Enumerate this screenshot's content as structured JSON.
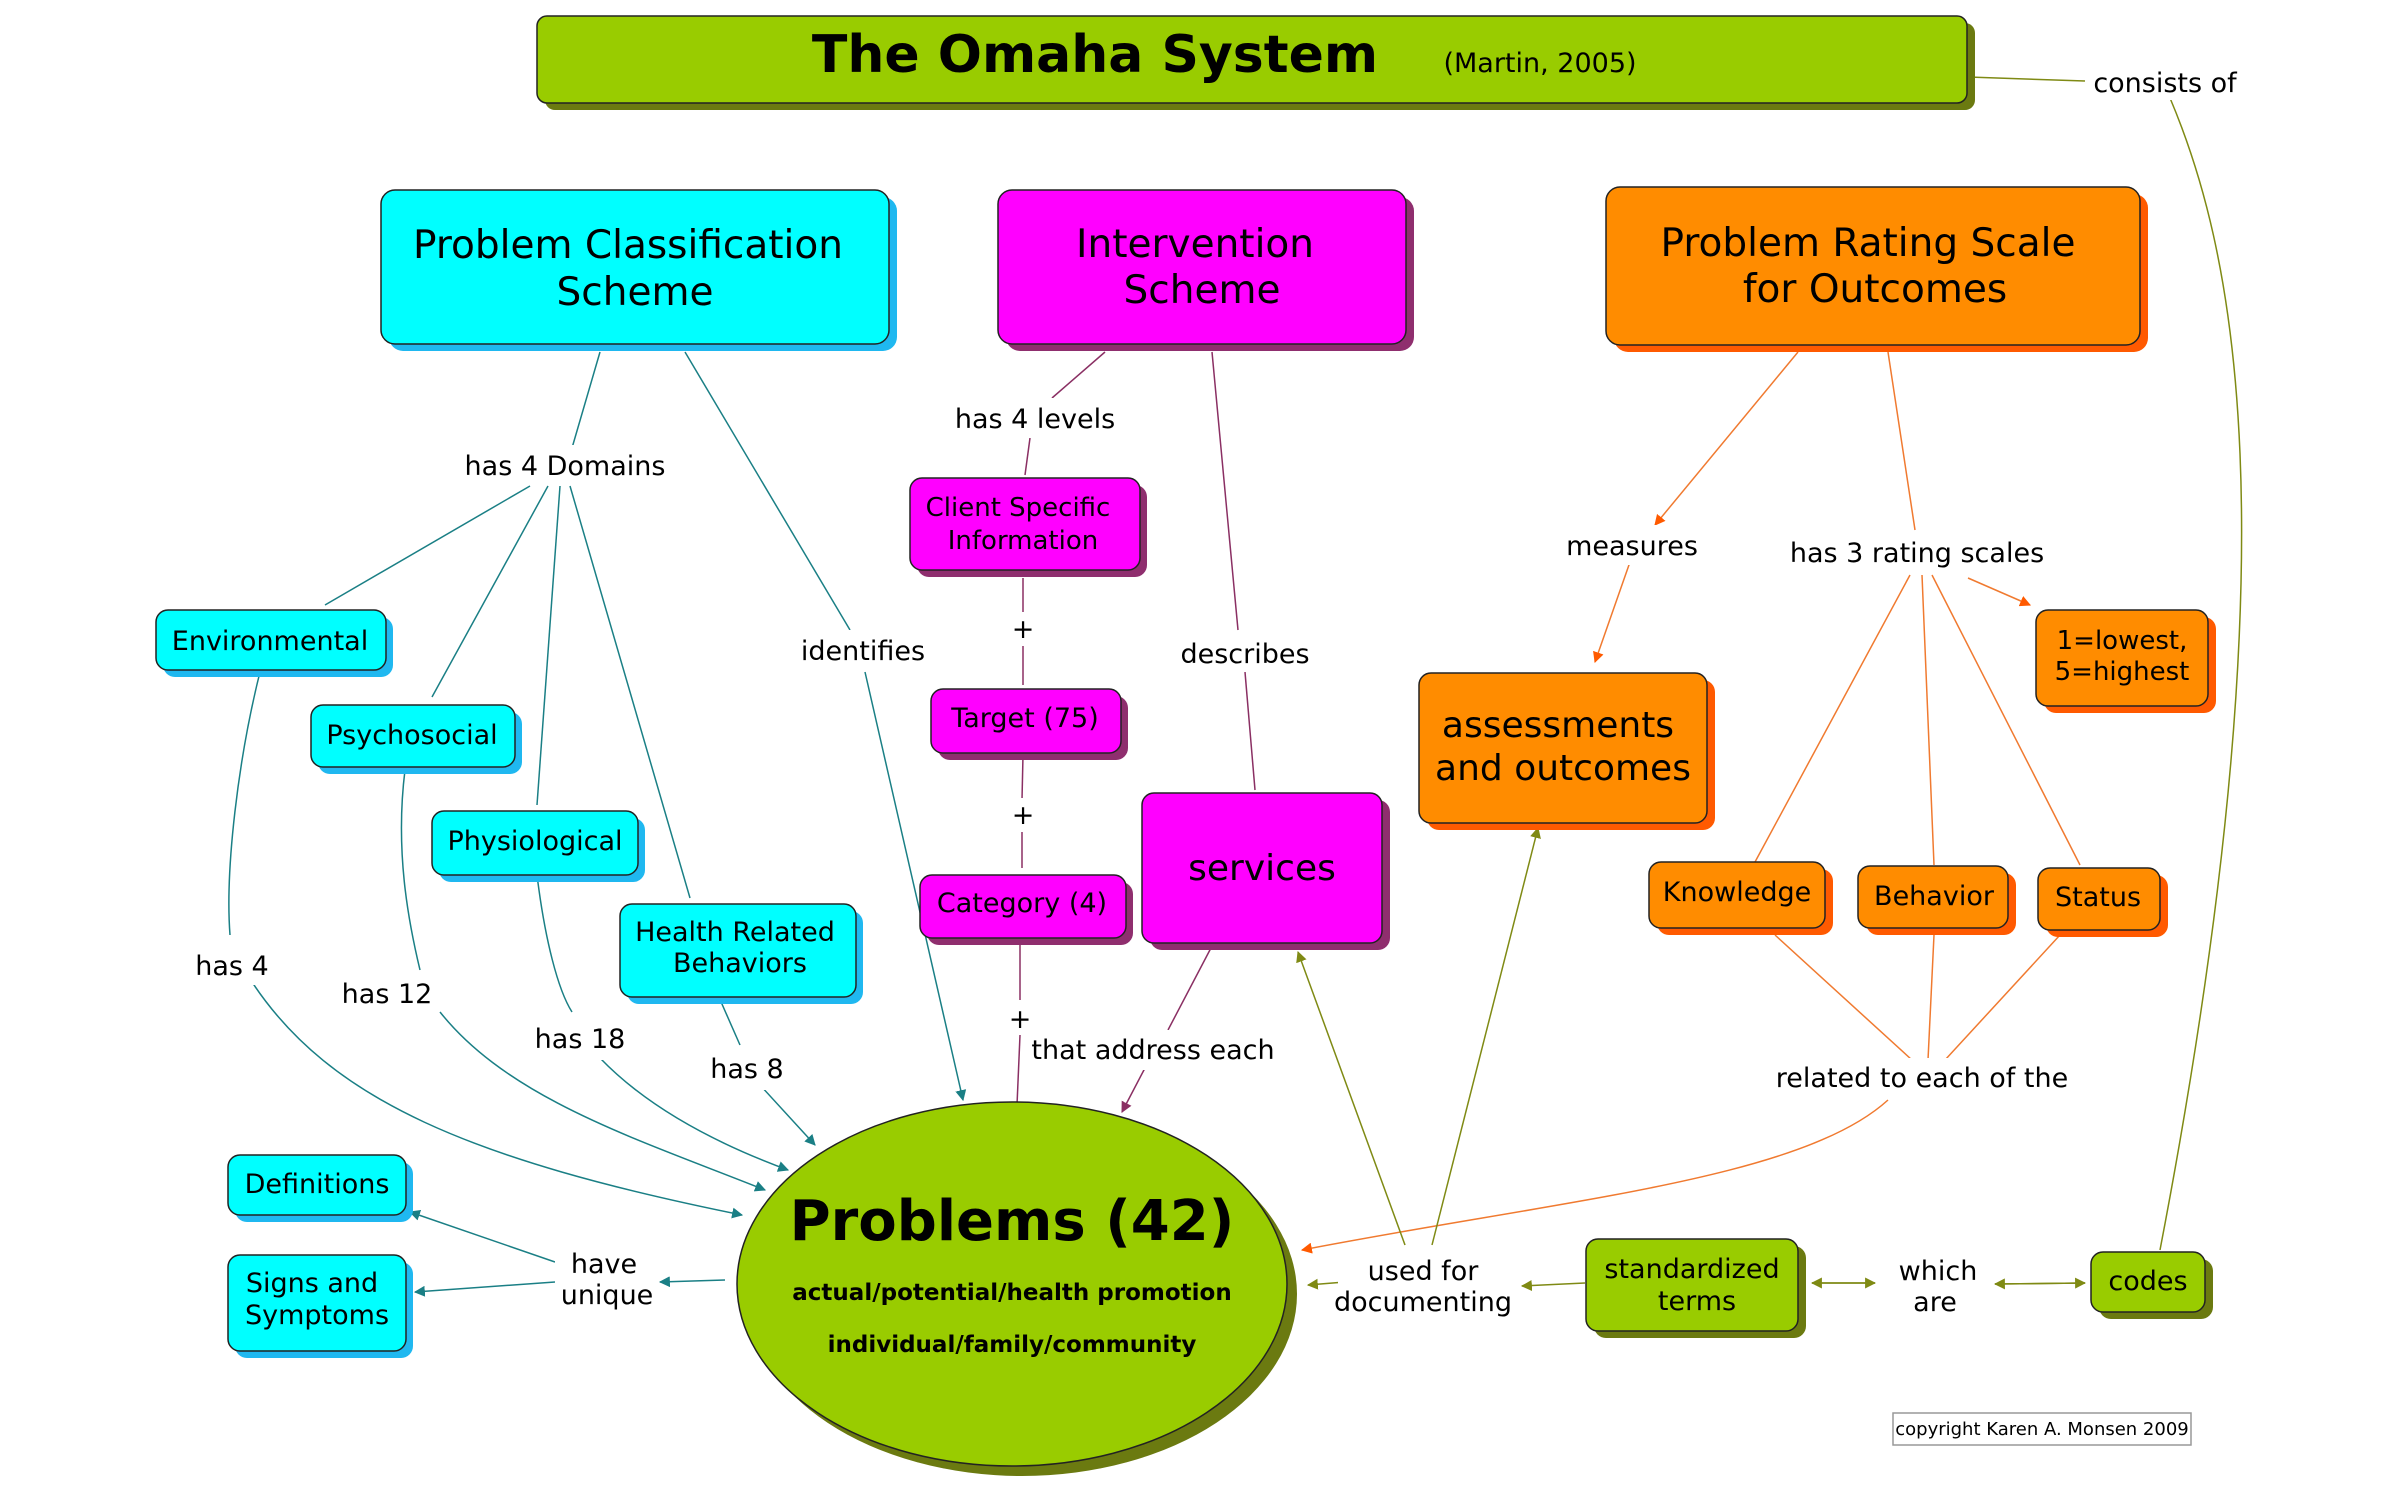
{
  "title": {
    "main": "The Omaha System",
    "citation": "(Martin, 2005)"
  },
  "copyright": "copyright Karen A. Monsen 2009",
  "colors": {
    "cyan": "#00ffff",
    "cyan_shadow": "#1fb8f0",
    "magenta": "#ff00ff",
    "magenta_shadow": "#8f2e6e",
    "orange": "#ff8c00",
    "orange_shadow": "#ff5a00",
    "green": "#99cc00",
    "green_shadow": "#6b7a10",
    "teal_line": "#1a7f85",
    "orange_line": "#f07a30",
    "olive_line": "#7f8a14",
    "maroon_line": "#8a2f63"
  },
  "nodes": {
    "pcs": [
      "Problem Classification",
      "Scheme"
    ],
    "intervention": [
      "Intervention",
      "Scheme"
    ],
    "prs": [
      "Problem Rating Scale",
      "for Outcomes"
    ],
    "environmental": [
      "Environmental"
    ],
    "psychosocial": [
      "Psychosocial"
    ],
    "physiological": [
      "Physiological"
    ],
    "health": [
      "Health Related",
      "Behaviors"
    ],
    "client": [
      "Client Specific",
      "Information"
    ],
    "target": [
      "Target (75)"
    ],
    "category": [
      "Category (4)"
    ],
    "services": [
      "services"
    ],
    "assessments": [
      "assessments",
      "and outcomes"
    ],
    "scale": [
      "1=lowest,",
      "5=highest"
    ],
    "knowledge": [
      "Knowledge"
    ],
    "behavior": [
      "Behavior"
    ],
    "status": [
      "Status"
    ],
    "definitions": [
      "Definitions"
    ],
    "signs": [
      "Signs and",
      "Symptoms"
    ],
    "standardized": [
      "standardized",
      "terms"
    ],
    "codes": [
      "codes"
    ],
    "problems": {
      "title": "Problems (42)",
      "line1": "actual/potential/health promotion",
      "line2": "individual/family/community"
    }
  },
  "labels": {
    "consists_of": "consists of",
    "has_4_domains": "has 4 Domains",
    "identifies": "identifies",
    "has_4_levels": "has 4 levels",
    "describes": "describes",
    "measures": "measures",
    "has_3_rating_scales": "has 3 rating scales",
    "plus": "+",
    "has_4": "has 4",
    "has_12": "has 12",
    "has_18": "has 18",
    "has_8": "has 8",
    "that_address_each": "that address each",
    "related_to_each": "related to each of the",
    "have_unique": [
      "have",
      "unique"
    ],
    "used_for_documenting": [
      "used for",
      "documenting"
    ],
    "which_are": [
      "which",
      "are"
    ]
  }
}
